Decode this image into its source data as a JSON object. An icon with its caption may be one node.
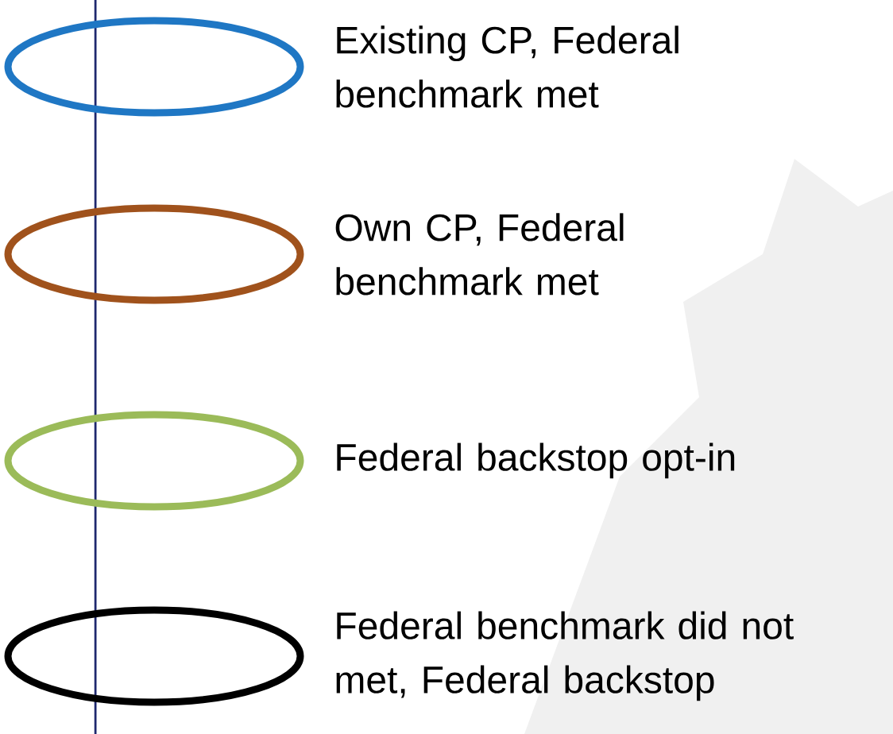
{
  "diagram": {
    "legend": [
      {
        "text": "Existing CP, Federal benchmark met",
        "color": "#1f77c4"
      },
      {
        "text": "Own CP, Federal benchmark met",
        "color": "#a0521c"
      },
      {
        "text": "Federal backstop opt-in",
        "color": "#9bbb59"
      },
      {
        "text": "Federal benchmark did not met, Federal backstop",
        "color": "#000000"
      }
    ]
  }
}
